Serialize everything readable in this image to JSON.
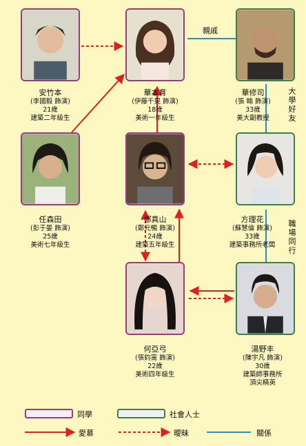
{
  "people": [
    {
      "id": "an",
      "name": "安竹本",
      "actor": "(李國毅  飾演)",
      "age": "21歲",
      "desc": [
        "建築二年級生"
      ],
      "group": "classmate"
    },
    {
      "id": "hua",
      "name": "華本育",
      "actor": "(伊藤千晃  飾演)",
      "age": "18歲",
      "desc": [
        "美術一年級生"
      ],
      "group": "classmate"
    },
    {
      "id": "xiu",
      "name": "華修司",
      "actor": "(張  翰  飾演)",
      "age": "33歲",
      "desc": [
        "美大副教授"
      ],
      "group": "social"
    },
    {
      "id": "ren",
      "name": "任森田",
      "actor": "(彭于晏  飾演)",
      "age": "25歲",
      "desc": [
        "美術七年級生"
      ],
      "group": "classmate"
    },
    {
      "id": "deng",
      "name": "鄧真山",
      "actor": "(鄭元暢  飾演)",
      "age": "24歲",
      "desc": [
        "建築五年級生"
      ],
      "group": "classmate"
    },
    {
      "id": "fang",
      "name": "方理花",
      "actor": "(蘇慧倫  飾演)",
      "age": "33歲",
      "desc": [
        "建築事務所老闆"
      ],
      "group": "social"
    },
    {
      "id": "he",
      "name": "何亞弓",
      "actor": "(張鈞甯  飾演)",
      "age": "22歲",
      "desc": [
        "美術四年級生"
      ],
      "group": "classmate"
    },
    {
      "id": "tang",
      "name": "湯野丰",
      "actor": "(陳宇凡  飾演)",
      "age": "30歲",
      "desc": [
        "建築師事務所",
        "頂尖精英"
      ],
      "group": "social"
    }
  ],
  "relation_labels": {
    "relatives": "親戚",
    "college_friends": "大學好友",
    "colleagues": "職場同行"
  },
  "legend": {
    "classmate": "同學",
    "social": "社會人士",
    "love": "愛慕",
    "ambiguous": "曖昧",
    "relation": "關係"
  },
  "colors": {
    "love": "#e02020",
    "relation": "#2a8fc8",
    "classmate_border": "#9a3b7c",
    "social_border": "#3f7d4a"
  }
}
